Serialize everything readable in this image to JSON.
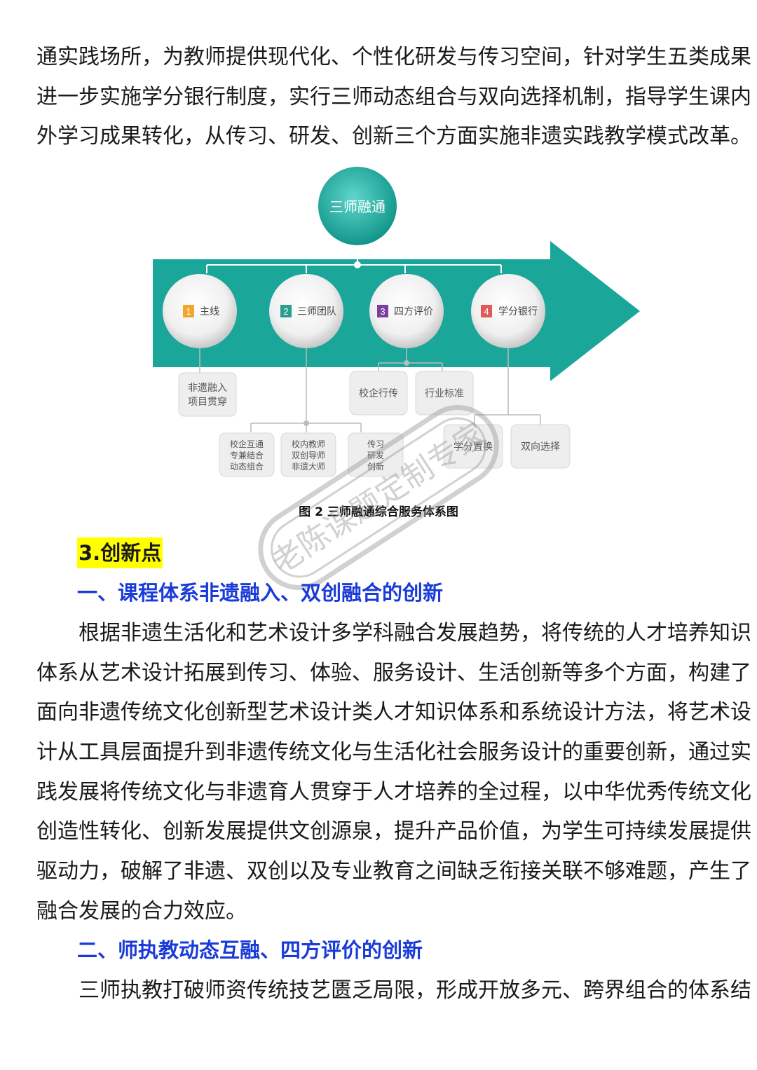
{
  "intro_lines": [
    "通实践场所，为教师提供现代化、个性化研发与传习空间，针对学生五类成果",
    "进一步实施学分银行制度，实行三师动态组合与双向选择机制，指导学生课内",
    "外学习成果转化，从传习、研发、创新三个方面实施非遗实践教学模式改革。"
  ],
  "figure": {
    "center_label": "三师融通",
    "items": [
      {
        "num": "1",
        "label": "主线",
        "color": "#f4a62a"
      },
      {
        "num": "2",
        "label": "三师团队",
        "color": "#2a9d8f"
      },
      {
        "num": "3",
        "label": "四方评价",
        "color": "#7b3fa0"
      },
      {
        "num": "4",
        "label": "学分银行",
        "color": "#e05a5a"
      }
    ],
    "boxes": {
      "main_line": [
        "非遗融入",
        "项目贯穿"
      ],
      "school_enterprise": "校企行传",
      "industry_standard": "行业标准",
      "team_a": [
        "校企互通",
        "专兼结合",
        "动态组合"
      ],
      "team_b": [
        "校内教师",
        "双创导师",
        "非遗大师"
      ],
      "team_c": [
        "传习",
        "研发",
        "创新"
      ],
      "credit_exchange": "学分置换",
      "two_way": "双向选择"
    },
    "caption": "图 2 三师融通综合服务体系图"
  },
  "section_title": "3.创新点",
  "heading1": "一、课程体系非遗融入、双创融合的创新",
  "body1_lines": [
    "根据非遗生活化和艺术设计多学科融合发展趋势，将传统的人才培养知识",
    "体系从艺术设计拓展到传习、体验、服务设计、生活创新等多个方面，构建了",
    "面向非遗传统文化创新型艺术设计类人才知识体系和系统设计方法，将艺术设",
    "计从工具层面提升到非遗传统文化与生活化社会服务设计的重要创新，通过实",
    "践发展将传统文化与非遗育人贯穿于人才培养的全过程，以中华优秀传统文化",
    "创造性转化、创新发展提供文创源泉，提升产品价值，为学生可持续发展提供",
    "驱动力，破解了非遗、双创以及专业教育之间缺乏衔接关联不够难题，产生了",
    "融合发展的合力效应。"
  ],
  "heading2": "二、师执教动态互融、四方评价的创新",
  "body2_lines": [
    "三师执教打破师资传统技艺匮乏局限，形成开放多元、跨界组合的体系结"
  ],
  "watermark": "老陈课题定制专家",
  "colors": {
    "teal": "#1aa79a",
    "heading_blue": "#1a3bd8",
    "highlight": "#ffff00"
  }
}
